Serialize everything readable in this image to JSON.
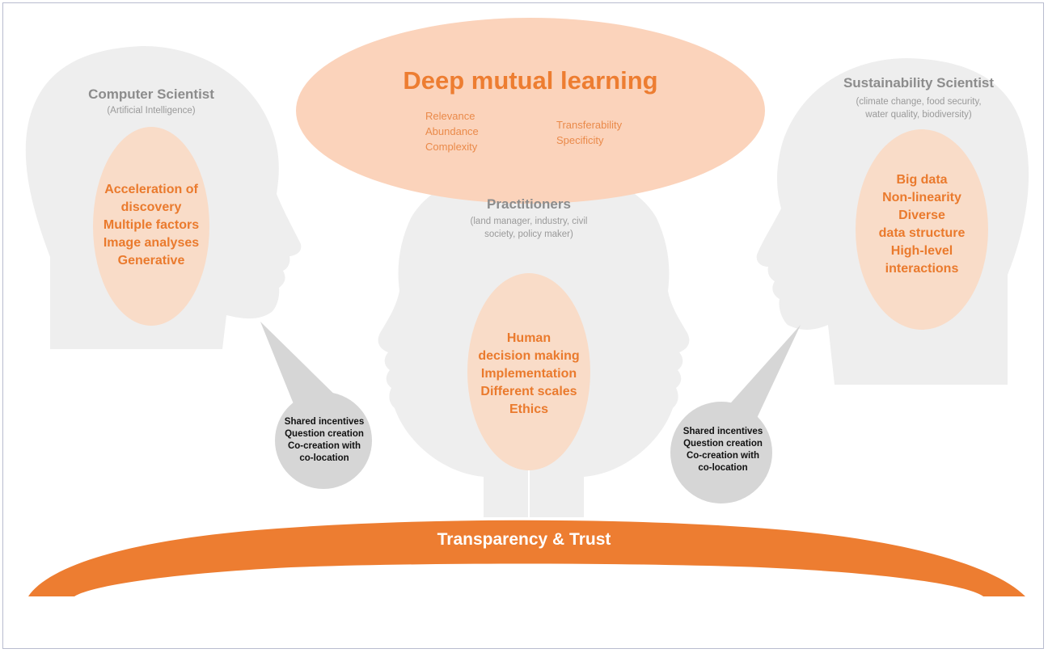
{
  "colors": {
    "head": "#eeeeee",
    "oval": "#f9dcc8",
    "big_oval": "#fbd3bb",
    "accent": "#ed7d31",
    "speech": "#d6d6d6",
    "bridge_text": "#ffffff"
  },
  "title": "Deep mutual learning",
  "learning_terms": {
    "left": [
      "Relevance",
      "Abundance",
      "Complexity"
    ],
    "right": [
      "Transferability",
      "Specificity"
    ]
  },
  "computer_scientist": {
    "title": "Computer Scientist",
    "subtitle": "(Artificial Intelligence)",
    "items": [
      "Acceleration of",
      "discovery",
      "Multiple factors",
      "Image analyses",
      "Generative"
    ]
  },
  "sustainability_scientist": {
    "title": "Sustainability Scientist",
    "subtitle": "(climate change, food security, water quality, biodiversity)",
    "items": [
      "Big data",
      "Non-linearity",
      "Diverse",
      "data structure",
      "High-level",
      "interactions"
    ]
  },
  "practitioners": {
    "title": "Practitioners",
    "subtitle": "(land manager, industry, civil society, policy maker)",
    "items": [
      "Human",
      "decision making",
      "Implementation",
      "Different scales",
      "Ethics"
    ]
  },
  "speech_left": [
    "Shared incentives",
    "Question creation",
    "Co-creation with",
    "co-location"
  ],
  "speech_right": [
    "Shared incentives",
    "Question creation",
    "Co-creation with",
    "co-location"
  ],
  "bridge": "Transparency & Trust"
}
